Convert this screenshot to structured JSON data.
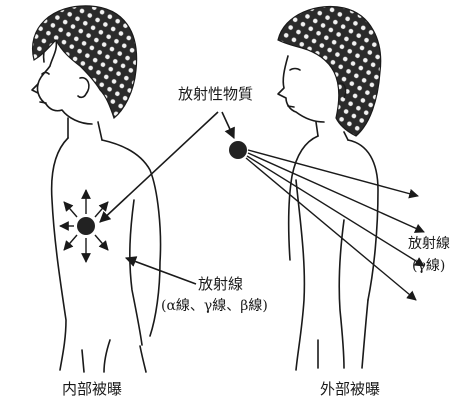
{
  "labels": {
    "substance": "放射性物質",
    "radiation_internal_line1": "放射線",
    "radiation_internal_line2": "(α線、γ線、β線)",
    "radiation_external_line1": "放射線",
    "radiation_external_line2": "(γ線)",
    "internal_exposure": "内部被曝",
    "external_exposure": "外部被曝"
  },
  "colors": {
    "ink": "#1a1a1a",
    "hair_fill": "#2b2b2b",
    "hair_pattern": "#f2f2f2",
    "source_fill": "#222222"
  }
}
